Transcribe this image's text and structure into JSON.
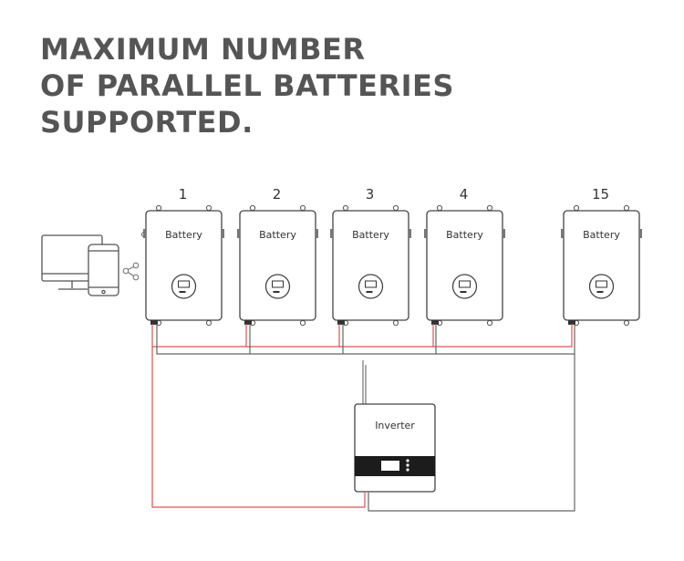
{
  "headline": {
    "line1": "MAXIMUM NUMBER",
    "line2": "OF PARALLEL BATTERIES",
    "line3": "SUPPORTED."
  },
  "diagram": {
    "battery_label": "Battery",
    "battery_numbers": [
      "1",
      "2",
      "3",
      "4",
      "15"
    ],
    "inverter_label": "Inverter",
    "monitor_icon": "monitor-phone-icon",
    "share_icon": "share-icon",
    "colors": {
      "positive_wire": "#d9534f",
      "negative_wire": "#666666",
      "outline": "#444444",
      "headline": "#555555"
    }
  }
}
